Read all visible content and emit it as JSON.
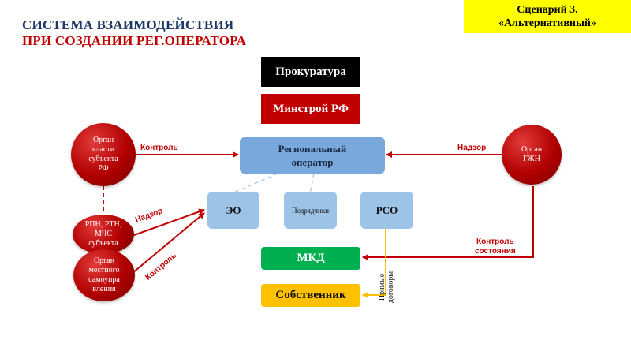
{
  "title": {
    "line1": "СИСТЕМА ВЗАИМОДЕЙСТВИЯ",
    "line2": "ПРИ СОЗДАНИИ РЕГ.ОПЕРАТОРА"
  },
  "scenario": {
    "line1": "Сценарий 3.",
    "line2": "«Альтернативный»"
  },
  "nodes": {
    "prokuratura": "Прокуратура",
    "minstroy": "Минстрой РФ",
    "regoperator_line1": "Региональный",
    "regoperator_line2": "оператор",
    "eo": "ЭО",
    "podryadchiki": "Подрядчики",
    "rso": "РСО",
    "mkd": "МКД",
    "sobstvennik": "Собственник"
  },
  "circles": {
    "organ_vlasti": [
      "Орган",
      "власти",
      "субъекта",
      "РФ"
    ],
    "organ_gzhn": [
      "Орган",
      "ГЖН"
    ],
    "rpn": [
      "РПН, РТН,",
      "МЧС",
      "субъекта"
    ],
    "organ_msu": [
      "Орган",
      "местного",
      "самоупра",
      "вления"
    ]
  },
  "labels": {
    "kontrol_top": "Контроль",
    "nadzor_top": "Надзор",
    "nadzor_diag": "Надзор",
    "kontrol_diag": "Контроль",
    "kontrol_sostoyaniya_1": "Контроль",
    "kontrol_sostoyaniya_2": "состояния",
    "pryamye_1": "Прямые",
    "pryamye_2": "договоры"
  },
  "colors": {
    "title_blue": "#1f3868",
    "accent_red": "#c00000",
    "highlight_yellow": "#ffff00",
    "green": "#00b050",
    "amber": "#ffc000",
    "light_blue": "#9dc3e6",
    "operator_blue": "#78a8dc"
  }
}
